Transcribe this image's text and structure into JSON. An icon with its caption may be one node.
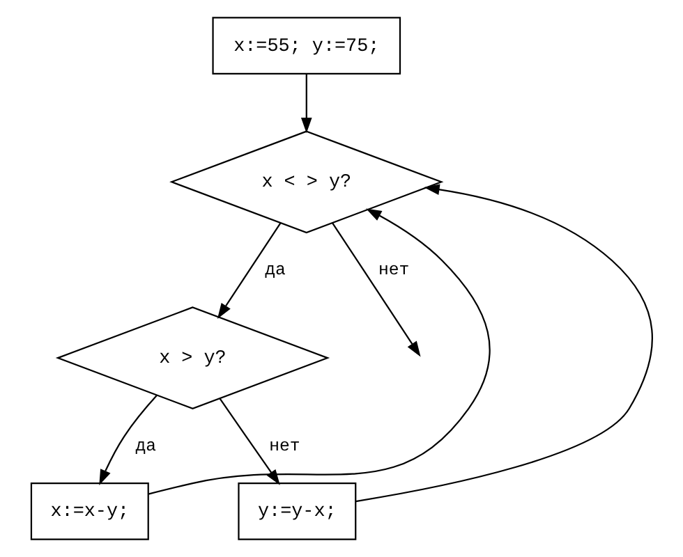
{
  "diagram": {
    "nodes": [
      {
        "text": [
          "x:=55; y:=75;"
        ]
      },
      {
        "text": [
          "x < > y?"
        ]
      },
      {
        "text": [
          "x > y?"
        ]
      },
      {
        "text": [
          "x:=x-y;"
        ]
      },
      {
        "text": [
          "y:=y-x;"
        ]
      }
    ],
    "edges": [
      {
        "from": 0,
        "to": 1,
        "arrow": "to"
      },
      {
        "from": 1,
        "to": 2,
        "label": "да",
        "arrow": "to"
      },
      {
        "from": 1,
        "to": null,
        "label": "нет",
        "arrow": "to"
      },
      {
        "from": 2,
        "to": 3,
        "label": "да",
        "arrow": "to"
      },
      {
        "from": 2,
        "to": 4,
        "label": "нет",
        "arrow": "to"
      },
      {
        "from": 3,
        "to": 1,
        "arrow": "to"
      },
      {
        "from": 4,
        "to": 1,
        "arrow": "to"
      }
    ]
  }
}
